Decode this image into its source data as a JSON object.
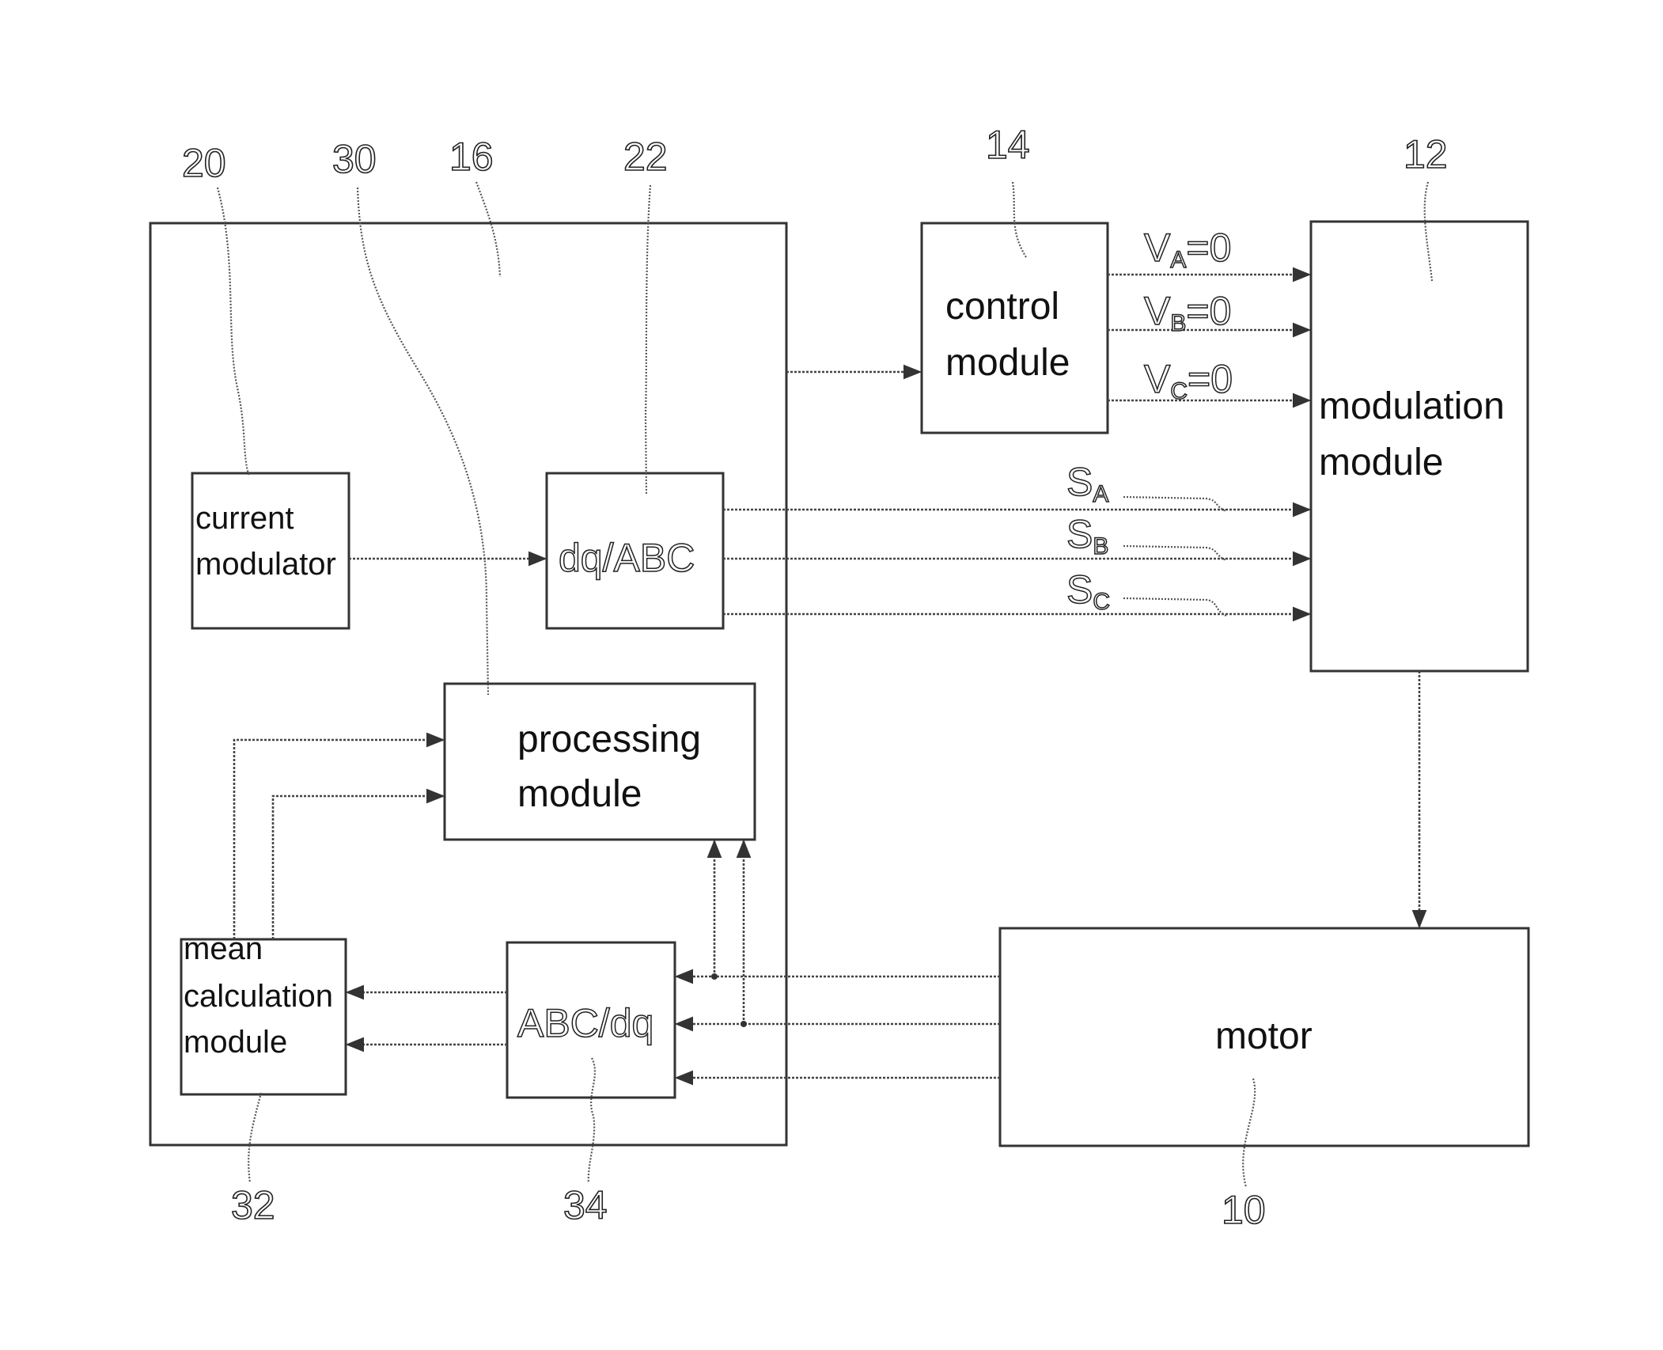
{
  "blocks": {
    "control_module": {
      "line1": "control",
      "line2": "module",
      "ref": "14"
    },
    "modulation_module": {
      "line1": "modulation",
      "line2": "module",
      "ref": "12"
    },
    "current_modulator": {
      "line1": "current",
      "line2": "modulator",
      "ref": "20"
    },
    "dq_abc": {
      "label": "dq/ABC",
      "ref": "22"
    },
    "processing_module": {
      "line1": "processing",
      "line2": "module",
      "ref": "30"
    },
    "mean_calculation_module": {
      "line1": "mean",
      "line2": "calculation",
      "line3": "module",
      "ref": "32"
    },
    "abc_dq": {
      "label": "ABC/dq",
      "ref": "34"
    },
    "motor": {
      "label": "motor",
      "ref": "10"
    },
    "controller_group": {
      "ref": "16"
    }
  },
  "voltage_signals": [
    {
      "main": "V",
      "sub": "A",
      "value": "=0"
    },
    {
      "main": "V",
      "sub": "B",
      "value": "=0"
    },
    {
      "main": "V",
      "sub": "C",
      "value": "=0"
    }
  ],
  "switch_signals": [
    {
      "main": "S",
      "sub": "A"
    },
    {
      "main": "S",
      "sub": "B"
    },
    {
      "main": "S",
      "sub": "C"
    }
  ]
}
